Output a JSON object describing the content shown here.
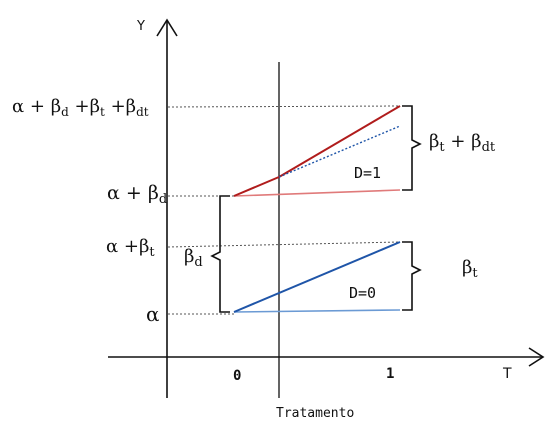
{
  "axes": {
    "y_label": "Y",
    "x_label": "T",
    "x_ticks": [
      "0",
      "1"
    ],
    "x_caption": "Tratamento"
  },
  "y_levels": {
    "l1": "α",
    "l2_a": "α +",
    "l2_b": "β",
    "l2_b_sub": "t",
    "l3_a": "α +",
    "l3_b": "β",
    "l3_b_sub": "d",
    "l4_a": "α +",
    "l4_b": "β",
    "l4_b_sub": "d",
    "l4_c": " +β",
    "l4_c_sub": "t",
    "l4_d": " +β",
    "l4_d_sub": "dt"
  },
  "groups": {
    "treated_label": "D=1",
    "control_label": "D=0"
  },
  "brackets": {
    "bd_main": "β",
    "bd_sub": "d",
    "bt_main": "β",
    "bt_sub": "t",
    "btdt_main": "β",
    "btdt_sub": "t",
    "btdt_plus": " + β",
    "btdt_sub2": "dt"
  },
  "colors": {
    "treated": "#b01c1c",
    "treated_light": "#e07a7a",
    "control": "#1f55a8",
    "control_light": "#6b9ad4",
    "axis": "#111111",
    "guide": "#555555"
  }
}
